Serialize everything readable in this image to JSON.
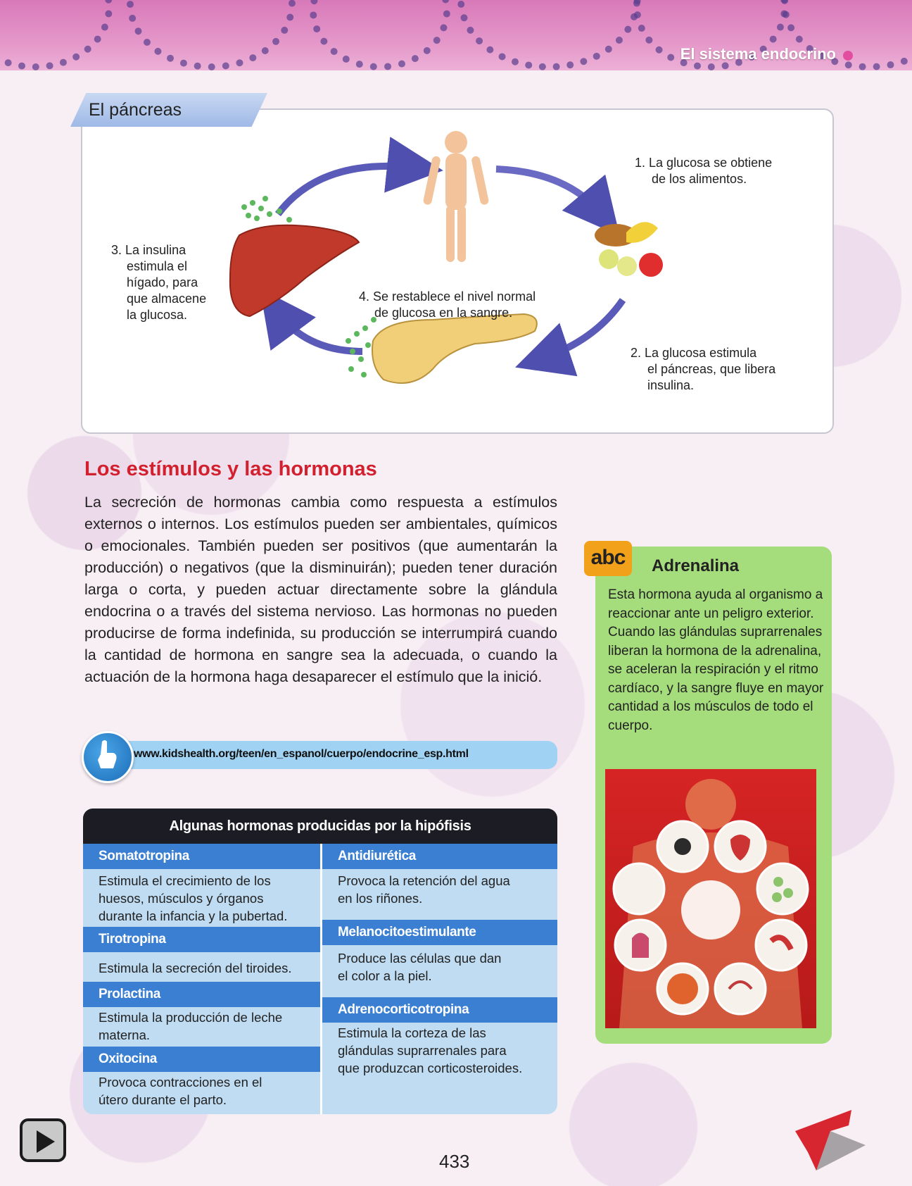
{
  "header": {
    "chapter_title": "El sistema endocrino"
  },
  "diagram": {
    "tab_label": "El páncreas",
    "steps": [
      {
        "number": "1.",
        "lines": [
          "La glucosa se obtiene",
          "de los alimentos."
        ]
      },
      {
        "number": "2.",
        "lines": [
          "La glucosa estimula",
          "el páncreas, que libera",
          "insulina."
        ]
      },
      {
        "number": "3.",
        "lines": [
          "La insulina",
          "estimula el",
          "hígado, para",
          "que almacene",
          "la glucosa."
        ]
      },
      {
        "number": "4.",
        "lines": [
          "Se restablece el nivel normal",
          "de glucosa en la sangre."
        ]
      }
    ]
  },
  "section": {
    "title": "Los estímulos y las hormonas",
    "body": "La secreción de hormonas cambia como respuesta a estímulos externos o internos. Los estímulos pueden ser ambientales, químicos o emocionales. También pueden ser positivos (que aumentarán la producción) o negativos (que la disminuirán); pueden tener duración larga o corta, y pueden actuar directamente sobre la glándula endocrina o a través del sistema nervioso. Las hormonas no pueden producirse de forma indefinida, su producción se interrumpirá cuando la cantidad de hormona en sangre sea la adecuada, o cuando la actuación de la hormona haga desaparecer el estímulo que la inició."
  },
  "link": {
    "url": "www.kidshealth.org/teen/en_espanol/cuerpo/endocrine_esp.html"
  },
  "table": {
    "title": "Algunas hormonas producidas por la hipófisis",
    "left": [
      {
        "name": "Somatotropina",
        "desc": [
          "Estimula el crecimiento de los",
          "huesos, músculos y órganos",
          "durante la infancia y la pubertad."
        ]
      },
      {
        "name": "Tirotropina",
        "desc": [
          "Estimula la secreción del tiroides."
        ]
      },
      {
        "name": "Prolactina",
        "desc": [
          "Estimula la producción de leche",
          "materna."
        ]
      },
      {
        "name": "Oxitocina",
        "desc": [
          "Provoca contracciones en el",
          "útero durante el parto."
        ]
      }
    ],
    "right": [
      {
        "name": "Antidiurética",
        "desc": [
          "Provoca la retención del agua",
          "en los riñones."
        ]
      },
      {
        "name": "Melanocitoestimulante",
        "desc": [
          "Produce las células que dan",
          "el color a la piel."
        ]
      },
      {
        "name": "Adrenocorticotropina",
        "desc": [
          "Estimula la corteza de las",
          "glándulas suprarrenales para",
          "que produzcan corticosteroides."
        ]
      }
    ]
  },
  "sidebar": {
    "badge": "abc",
    "title": "Adrenalina",
    "text": "Esta hormona ayuda al organismo a reaccionar ante un peligro exterior. Cuando las glándulas suprarrenales liberan la hormona de la adrenalina, se aceleran la respiración y el ritmo cardíaco, y la sangre fluye en mayor cantidad a los músculos de todo el cuerpo."
  },
  "footer": {
    "page_number": "433",
    "play_icon": "play-icon",
    "logo_icon": "publisher-logo-icon"
  },
  "colors": {
    "title_red": "#d3202e",
    "table_blue": "#3a7fd2",
    "sidebar_green": "#a5dc7c",
    "badge_orange": "#f2a21a"
  }
}
